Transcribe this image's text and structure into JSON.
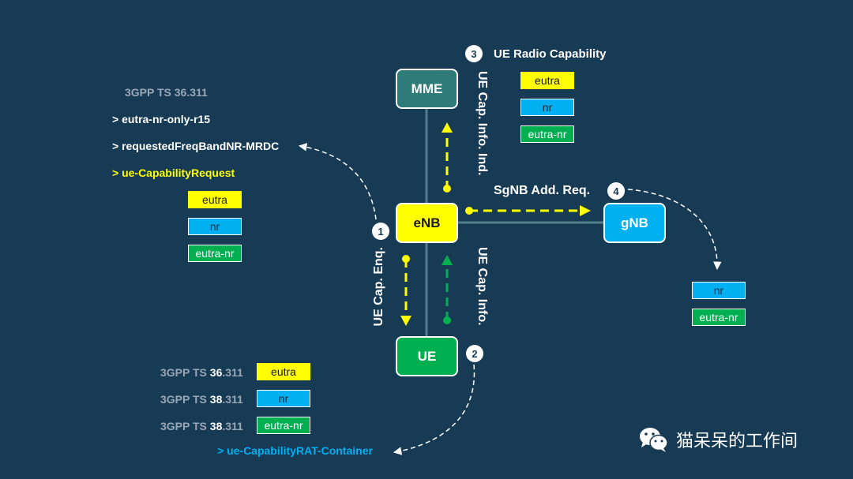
{
  "nodes": {
    "mme": "MME",
    "enb": "eNB",
    "gnb": "gNB",
    "ue": "UE"
  },
  "steps": {
    "s1": "1",
    "s2": "2",
    "s3": "3",
    "s4": "4"
  },
  "links": {
    "ue_cap_enq": "UE Cap. Enq.",
    "ue_cap_info": "UE Cap. Info.",
    "ue_cap_info_ind": "UE Cap. Info. Ind.",
    "sgnb_add_req": "SgNB Add. Req.",
    "ue_radio_capability": "UE Radio Capability"
  },
  "left_panel": {
    "spec": "3GPP TS 36.311",
    "item1": "> eutra-nr-only-r15",
    "item2": "> requestedFreqBandNR-MRDC",
    "item3": "> ue-CapabilityRequest"
  },
  "tags": {
    "eutra": "eutra",
    "nr": "nr",
    "eutra_nr": "eutra-nr"
  },
  "bottom_panel": {
    "row1_prefix": "3GPP TS ",
    "row1_bold": "36",
    "row1_suffix": ".311",
    "row2_prefix": "3GPP TS ",
    "row2_bold": "38",
    "row2_suffix": ".311",
    "row3_prefix": "3GPP TS ",
    "row3_bold": "38",
    "row3_suffix": ".311",
    "container": "> ue-CapabilityRAT-Container"
  },
  "watermark": "猫呆呆的工作间",
  "colors": {
    "background": "#173a55",
    "node_mme": "#2e7b7a",
    "node_enb": "#ffff00",
    "node_gnb": "#00b0f0",
    "node_ue": "#00b050",
    "arrow_yellow": "#ffff00",
    "arrow_green": "#00b050",
    "accent_blue": "#00b0f0"
  }
}
